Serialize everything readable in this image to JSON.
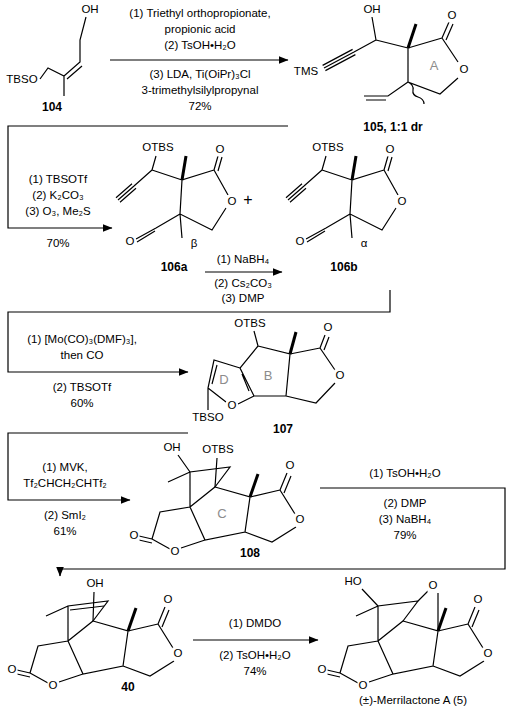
{
  "diagram": {
    "nodes": [
      {
        "text": [
          "104",
          "OH",
          "TBSO"
        ]
      },
      {
        "text": [
          "105, 1:1 dr",
          "OH",
          "O",
          "O",
          "TMS",
          "A"
        ]
      },
      {
        "text": [
          "106a",
          "OTBS",
          "O",
          "O",
          "O",
          "β"
        ]
      },
      {
        "text": [
          "106b",
          "OTBS",
          "O",
          "O",
          "O",
          "α"
        ]
      },
      {
        "text": [
          "107",
          "OTBS",
          "O",
          "O",
          "O",
          "TBSO",
          "D",
          "B"
        ]
      },
      {
        "text": [
          "108",
          "OH",
          "OTBS",
          "O",
          "O",
          "O",
          "O",
          "C"
        ]
      },
      {
        "text": [
          "40",
          "OH",
          "O",
          "O",
          "O",
          "O"
        ]
      },
      {
        "text": [
          "(±)-Merrilactone A (5)",
          "HO",
          "O",
          "O",
          "O",
          "O",
          "O"
        ]
      }
    ],
    "edges": [
      {
        "from": 0,
        "to": 1,
        "arrow": "to"
      },
      {
        "from": 1,
        "to": 2,
        "arrow": "to"
      },
      {
        "from": 2,
        "to": 3,
        "arrow": "to"
      },
      {
        "from": 3,
        "to": 4,
        "arrow": "to"
      },
      {
        "from": 4,
        "to": 5,
        "arrow": "to"
      },
      {
        "from": 5,
        "to": 6,
        "arrow": "to"
      },
      {
        "from": 6,
        "to": 7,
        "arrow": "to"
      }
    ],
    "labels": [
      "(1) Triethyl orthopropionate,",
      "propionic acid",
      "(2) TsOH•H₂O",
      "(3) LDA, Ti(OiPr)₃Cl",
      "3-trimethylsilylpropynal",
      "72%",
      "(1) TBSOTf",
      "(2) K₂CO₃",
      "(3) O₃, Me₂S",
      "70%",
      "+",
      "(1) NaBH₄",
      "(2) Cs₂CO₃",
      "(3) DMP",
      "(1) [Mo(CO)₃(DMF)₃],",
      "then CO",
      "(2) TBSOTf",
      "60%",
      "(1) MVK,",
      "Tf₂CHCH₂CHTf₂",
      "(2) SmI₂",
      "61%",
      "(1) TsOH•H₂O",
      "(2) DMP",
      "(3) NaBH₄",
      "79%",
      "(1) DMDO",
      "(2) TsOH•H₂O",
      "74%"
    ]
  }
}
